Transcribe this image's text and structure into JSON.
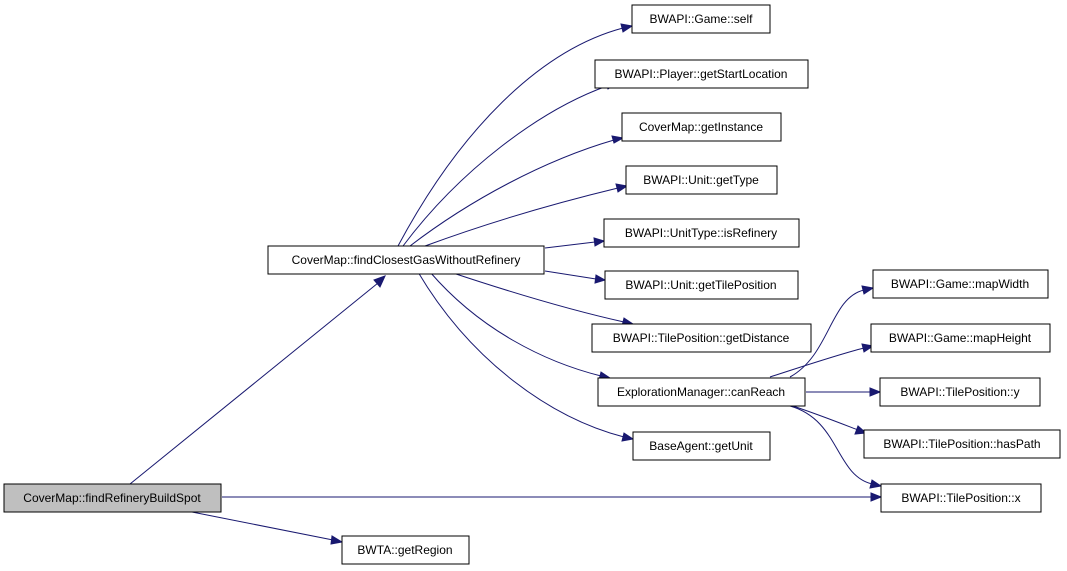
{
  "colors": {
    "edge": "#191970",
    "root_fill": "#bfbfbf",
    "node_fill": "#ffffff",
    "node_border": "#000000"
  },
  "nodes": {
    "findRefineryBuildSpot": "CoverMap::findRefineryBuildSpot",
    "findClosestGas": "CoverMap::findClosestGasWithoutRefinery",
    "getRegion": "BWTA::getRegion",
    "gameSelf": "BWAPI::Game::self",
    "getStartLocation": "BWAPI::Player::getStartLocation",
    "getInstance": "CoverMap::getInstance",
    "unitGetType": "BWAPI::Unit::getType",
    "isRefinery": "BWAPI::UnitType::isRefinery",
    "getTilePosition": "BWAPI::Unit::getTilePosition",
    "getDistance": "BWAPI::TilePosition::getDistance",
    "canReach": "ExplorationManager::canReach",
    "getUnit": "BaseAgent::getUnit",
    "mapWidth": "BWAPI::Game::mapWidth",
    "mapHeight": "BWAPI::Game::mapHeight",
    "tpY": "BWAPI::TilePosition::y",
    "hasPath": "BWAPI::TilePosition::hasPath",
    "tpX": "BWAPI::TilePosition::x"
  }
}
